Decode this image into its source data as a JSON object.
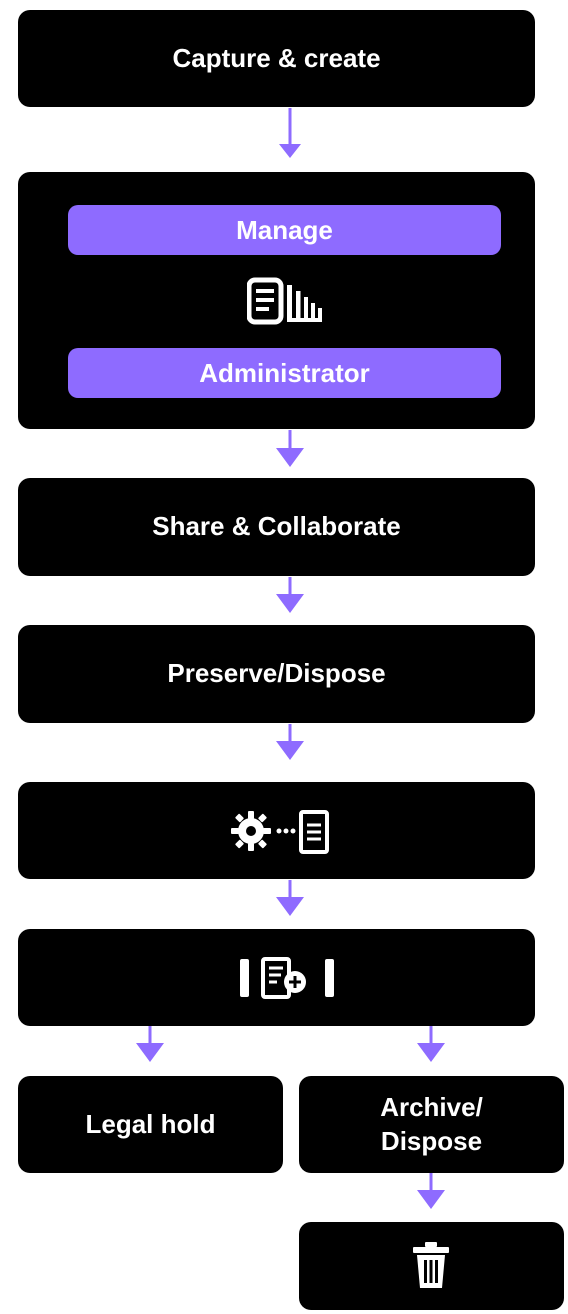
{
  "colors": {
    "box": "#000000",
    "accent": "#8e6bff",
    "text": "#ffffff",
    "background": "#ffffff"
  },
  "steps": {
    "capture": "Capture & create",
    "manage": "Manage",
    "administrator": "Administrator",
    "share": "Share & Collaborate",
    "preserve": "Preserve/Dispose",
    "legal_hold": "Legal hold",
    "archive_line1": "Archive/",
    "archive_line2": "Dispose"
  },
  "icons": {
    "manage_box": "document-columns-icon",
    "policy_box": "gear-to-document-icon",
    "record_box": "document-add-icon",
    "delete_box": "trash-icon"
  }
}
